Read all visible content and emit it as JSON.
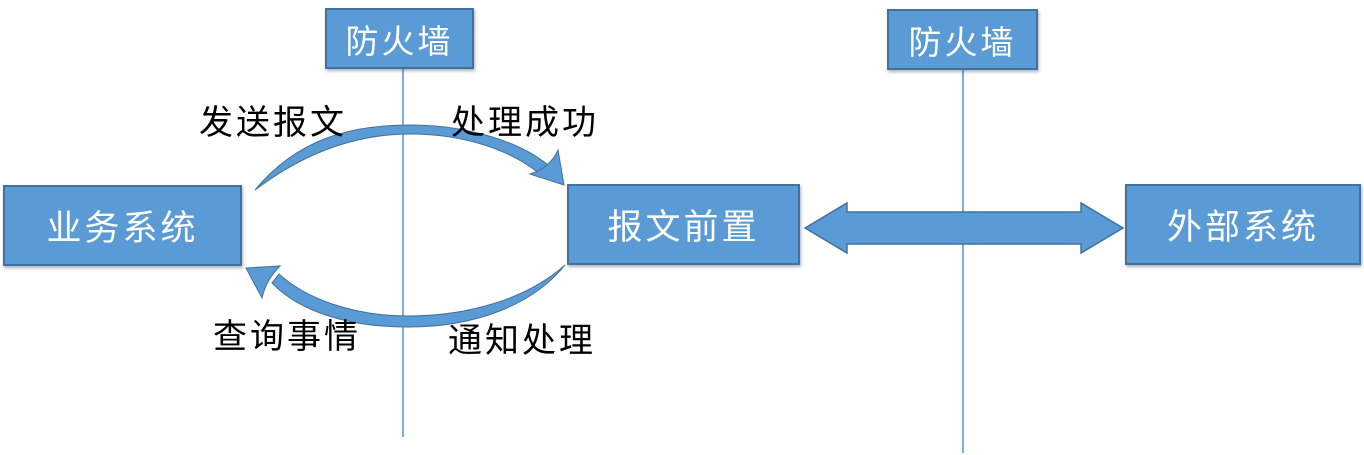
{
  "diagram": {
    "boxes": {
      "firewall_left": {
        "label": "防火墙"
      },
      "firewall_right": {
        "label": "防火墙"
      },
      "business_system": {
        "label": "业务系统"
      },
      "message_front": {
        "label": "报文前置"
      },
      "external_system": {
        "label": "外部系统"
      }
    },
    "flow_labels": {
      "send_message": "发送报文",
      "process_success": "处理成功",
      "query_matters": "查询事情",
      "notify_process": "通知处理"
    },
    "colors": {
      "box_fill": "#5B9BD5",
      "box_border": "#41719C",
      "box_text": "#ffffff",
      "label_text": "#000000",
      "line": "#5B9BD5",
      "arrow_fill": "#5B9BD5",
      "arrow_border": "#41719C",
      "background": "#ffffff"
    }
  }
}
